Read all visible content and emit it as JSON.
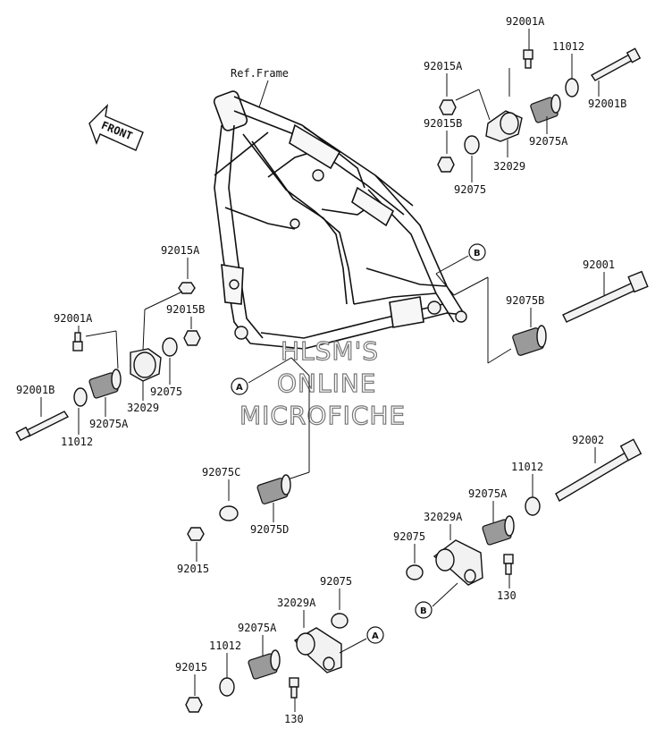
{
  "diagram": {
    "ref_frame_label": "Ref.Frame",
    "front_label": "FRONT",
    "watermark": [
      "HLSM'S",
      "ONLINE",
      "MICROFICHE"
    ],
    "callout_a": "A",
    "callout_b": "B",
    "parts": {
      "p92001A_top": "92001A",
      "p11012_top": "11012",
      "p92015A_top": "92015A",
      "p92001B_top": "92001B",
      "p92015B_top": "92015B",
      "p92075A_top": "92075A",
      "p32029_top": "32029",
      "p92075_top": "92075",
      "p92001_right": "92001",
      "p92075B": "92075B",
      "p92015A_left": "92015A",
      "p92001A_left": "92001A",
      "p92015B_left": "92015B",
      "p92001B_left": "92001B",
      "p92075_left": "92075",
      "p32029_left": "32029",
      "p92075A_left": "92075A",
      "p11012_left": "11012",
      "p92075C": "92075C",
      "p92075D": "92075D",
      "p92015_mid": "92015",
      "p92002": "92002",
      "p11012_right": "11012",
      "p92075A_right": "92075A",
      "p32029A_right": "32029A",
      "p92075_right": "92075",
      "p130_right": "130",
      "p92075_bottom": "92075",
      "p32029A_bottom": "32029A",
      "p92075A_bottom": "92075A",
      "p11012_bottom": "11012",
      "p92015_bottom": "92015",
      "p130_bottom": "130"
    }
  }
}
